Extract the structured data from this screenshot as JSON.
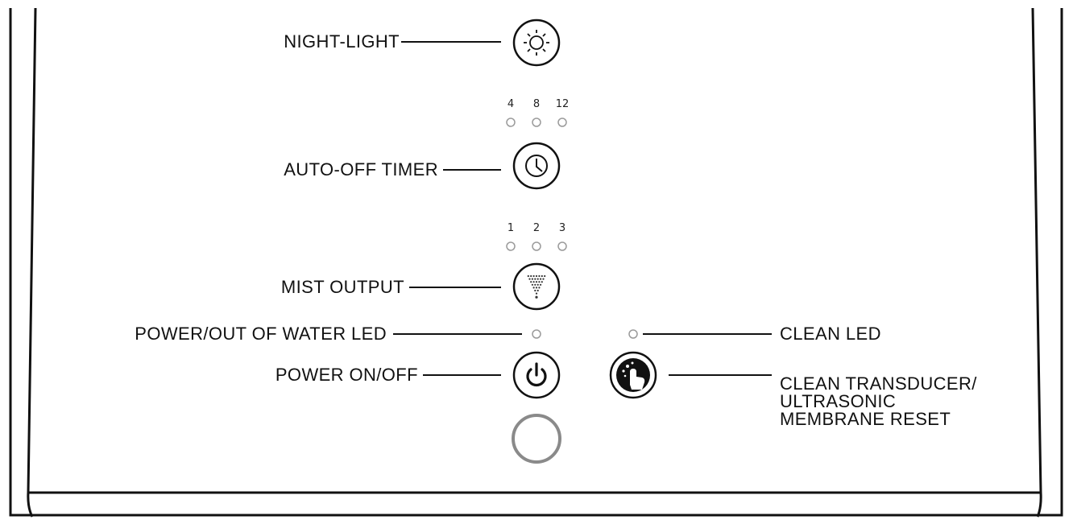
{
  "labels": {
    "night_light": "NIGHT-LIGHT",
    "auto_off_timer": "AUTO-OFF TIMER",
    "mist_output": "MIST OUTPUT",
    "power_led": "POWER/OUT OF WATER LED",
    "power_onoff": "POWER ON/OFF",
    "clean_led": "CLEAN LED",
    "clean_transducer_line1": "CLEAN TRANSDUCER/",
    "clean_transducer_line2": "ULTRASONIC",
    "clean_transducer_line3": "MEMBRANE RESET"
  },
  "timer_hours": [
    "4",
    "8",
    "12"
  ],
  "mist_levels": [
    "1",
    "2",
    "3"
  ],
  "icons": {
    "night_light": "sun-icon",
    "timer": "clock-icon",
    "mist": "mist-spray-icon",
    "power": "power-icon",
    "clean": "hand-tap-clean-icon",
    "indicator": "led-indicator"
  },
  "colors": {
    "outline": "#111111",
    "led": "#9a9a9a",
    "ring": "#8a8a8a"
  }
}
